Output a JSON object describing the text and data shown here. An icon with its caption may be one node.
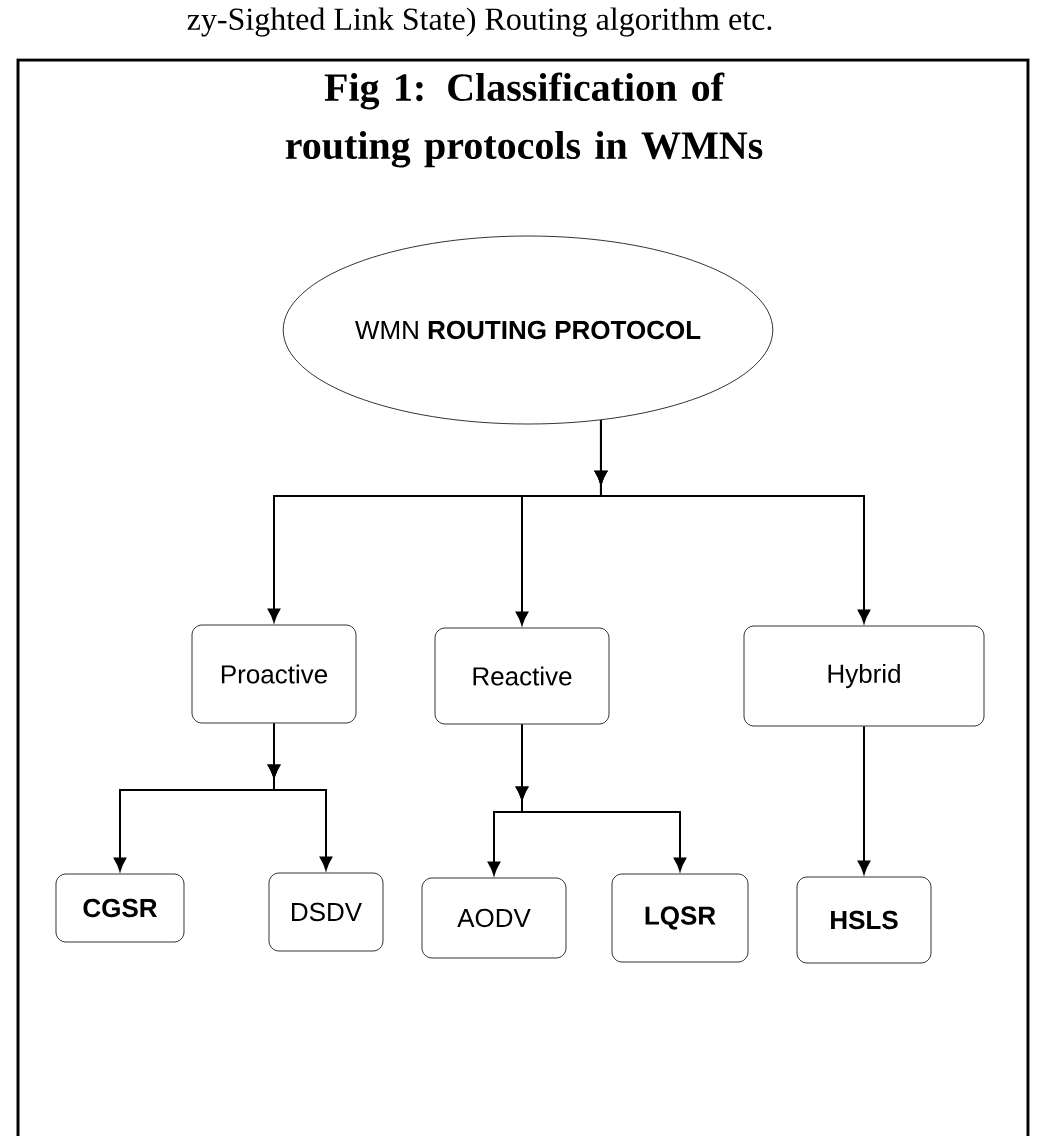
{
  "diagram": {
    "title": "Fig 1: Classification of routing protocols in WMNs",
    "nodes": [
      {
        "text": [
          "WMN **ROUTING PROTOCOL**"
        ]
      },
      {
        "text": [
          "Proactive"
        ]
      },
      {
        "text": [
          "Reactive"
        ]
      },
      {
        "text": [
          "Hybrid"
        ]
      },
      {
        "text": [
          "CGSR"
        ]
      },
      {
        "text": [
          "DSDV"
        ]
      },
      {
        "text": [
          "AODV"
        ]
      },
      {
        "text": [
          "LQSR"
        ]
      },
      {
        "text": [
          "HSLS"
        ]
      }
    ],
    "edges": [
      {
        "from": 0,
        "to": 1,
        "arrow": "to"
      },
      {
        "from": 0,
        "to": 2,
        "arrow": "to"
      },
      {
        "from": 0,
        "to": 3,
        "arrow": "to"
      },
      {
        "from": 1,
        "to": 4,
        "arrow": "to"
      },
      {
        "from": 1,
        "to": 5,
        "arrow": "to"
      },
      {
        "from": 2,
        "to": 6,
        "arrow": "to"
      },
      {
        "from": 2,
        "to": 7,
        "arrow": "to"
      },
      {
        "from": 3,
        "to": 8,
        "arrow": "to"
      }
    ],
    "labels": [
      "zy-Sighted Link State) Routing algorithm etc."
    ]
  }
}
